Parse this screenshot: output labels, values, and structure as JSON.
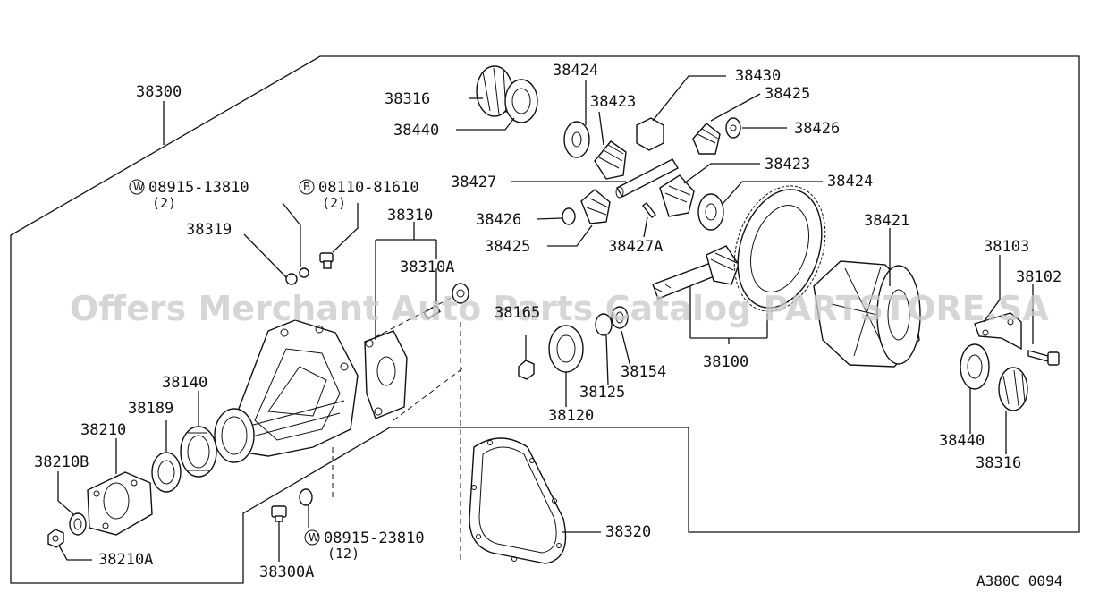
{
  "diagram": {
    "code": "A380C 0094",
    "watermark": "Offers Merchant Auto Parts Catalog PARTSTORE.SA",
    "labels": [
      {
        "id": "l38300",
        "text": "38300"
      },
      {
        "id": "l38316a",
        "text": "38316"
      },
      {
        "id": "l38440a",
        "text": "38440"
      },
      {
        "id": "l38424a",
        "text": "38424"
      },
      {
        "id": "l38423a",
        "text": "38423"
      },
      {
        "id": "l38430",
        "text": "38430"
      },
      {
        "id": "l38425a",
        "text": "38425"
      },
      {
        "id": "l38426a",
        "text": "38426"
      },
      {
        "id": "l38427",
        "text": "38427"
      },
      {
        "id": "l38423b",
        "text": "38423"
      },
      {
        "id": "l38424b",
        "text": "38424"
      },
      {
        "id": "l38426b",
        "text": "38426"
      },
      {
        "id": "l38425b",
        "text": "38425"
      },
      {
        "id": "l38427A",
        "text": "38427A"
      },
      {
        "id": "l38421",
        "text": "38421"
      },
      {
        "id": "l38103",
        "text": "38103"
      },
      {
        "id": "l38102",
        "text": "38102"
      },
      {
        "id": "l38310",
        "text": "38310"
      },
      {
        "id": "l38310A",
        "text": "38310A"
      },
      {
        "id": "l38319",
        "text": "38319"
      },
      {
        "id": "l38165",
        "text": "38165"
      },
      {
        "id": "l38154",
        "text": "38154"
      },
      {
        "id": "l38125",
        "text": "38125"
      },
      {
        "id": "l38120",
        "text": "38120"
      },
      {
        "id": "l38100",
        "text": "38100"
      },
      {
        "id": "l38140",
        "text": "38140"
      },
      {
        "id": "l38189",
        "text": "38189"
      },
      {
        "id": "l38210",
        "text": "38210"
      },
      {
        "id": "l38210B",
        "text": "38210B"
      },
      {
        "id": "l38210A",
        "text": "38210A"
      },
      {
        "id": "l38300A",
        "text": "38300A"
      },
      {
        "id": "l38320",
        "text": "38320"
      },
      {
        "id": "l38440b",
        "text": "38440"
      },
      {
        "id": "l38316b",
        "text": "38316"
      }
    ],
    "fasteners": [
      {
        "id": "f1",
        "prefix": "W",
        "part": "08915-13810",
        "qty": "(2)"
      },
      {
        "id": "f2",
        "prefix": "B",
        "part": "08110-81610",
        "qty": "(2)"
      },
      {
        "id": "f3",
        "prefix": "W",
        "part": "08915-23810",
        "qty": "(12)"
      }
    ]
  }
}
